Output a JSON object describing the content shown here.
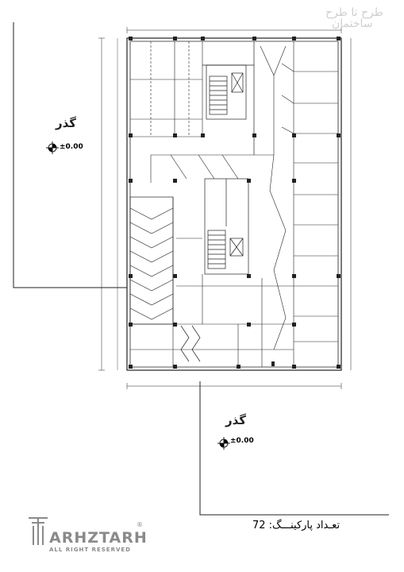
{
  "watermark": {
    "line1": "طرح تا طرح",
    "line2": "ساختمان"
  },
  "street_top": "گذر",
  "street_bottom": "گذر",
  "level_top": "±0.00",
  "level_bottom": "±0.00",
  "parking_count": "تعـداد پارکینـــگ: 72",
  "logo": {
    "text": "ARHZTARH",
    "sub": "ALL RIGHT RESERVED",
    "reg": "®"
  }
}
